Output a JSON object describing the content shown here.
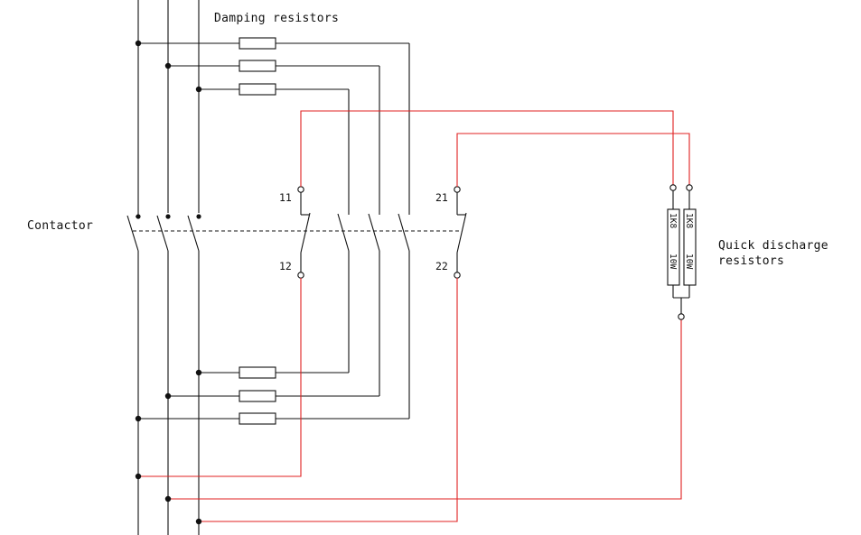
{
  "labels": {
    "damping": "Damping resistors",
    "contactor": "Contactor",
    "quick_line1": "Quick discharge",
    "quick_line2": "resistors",
    "t11": "11",
    "t12": "12",
    "t21": "21",
    "t22": "22",
    "r1_value": "1K8",
    "r1_power": "10W",
    "r2_value": "1K8",
    "r2_power": "10W"
  },
  "colors": {
    "wire": "#111111",
    "discharge_wire": "#e02020"
  }
}
